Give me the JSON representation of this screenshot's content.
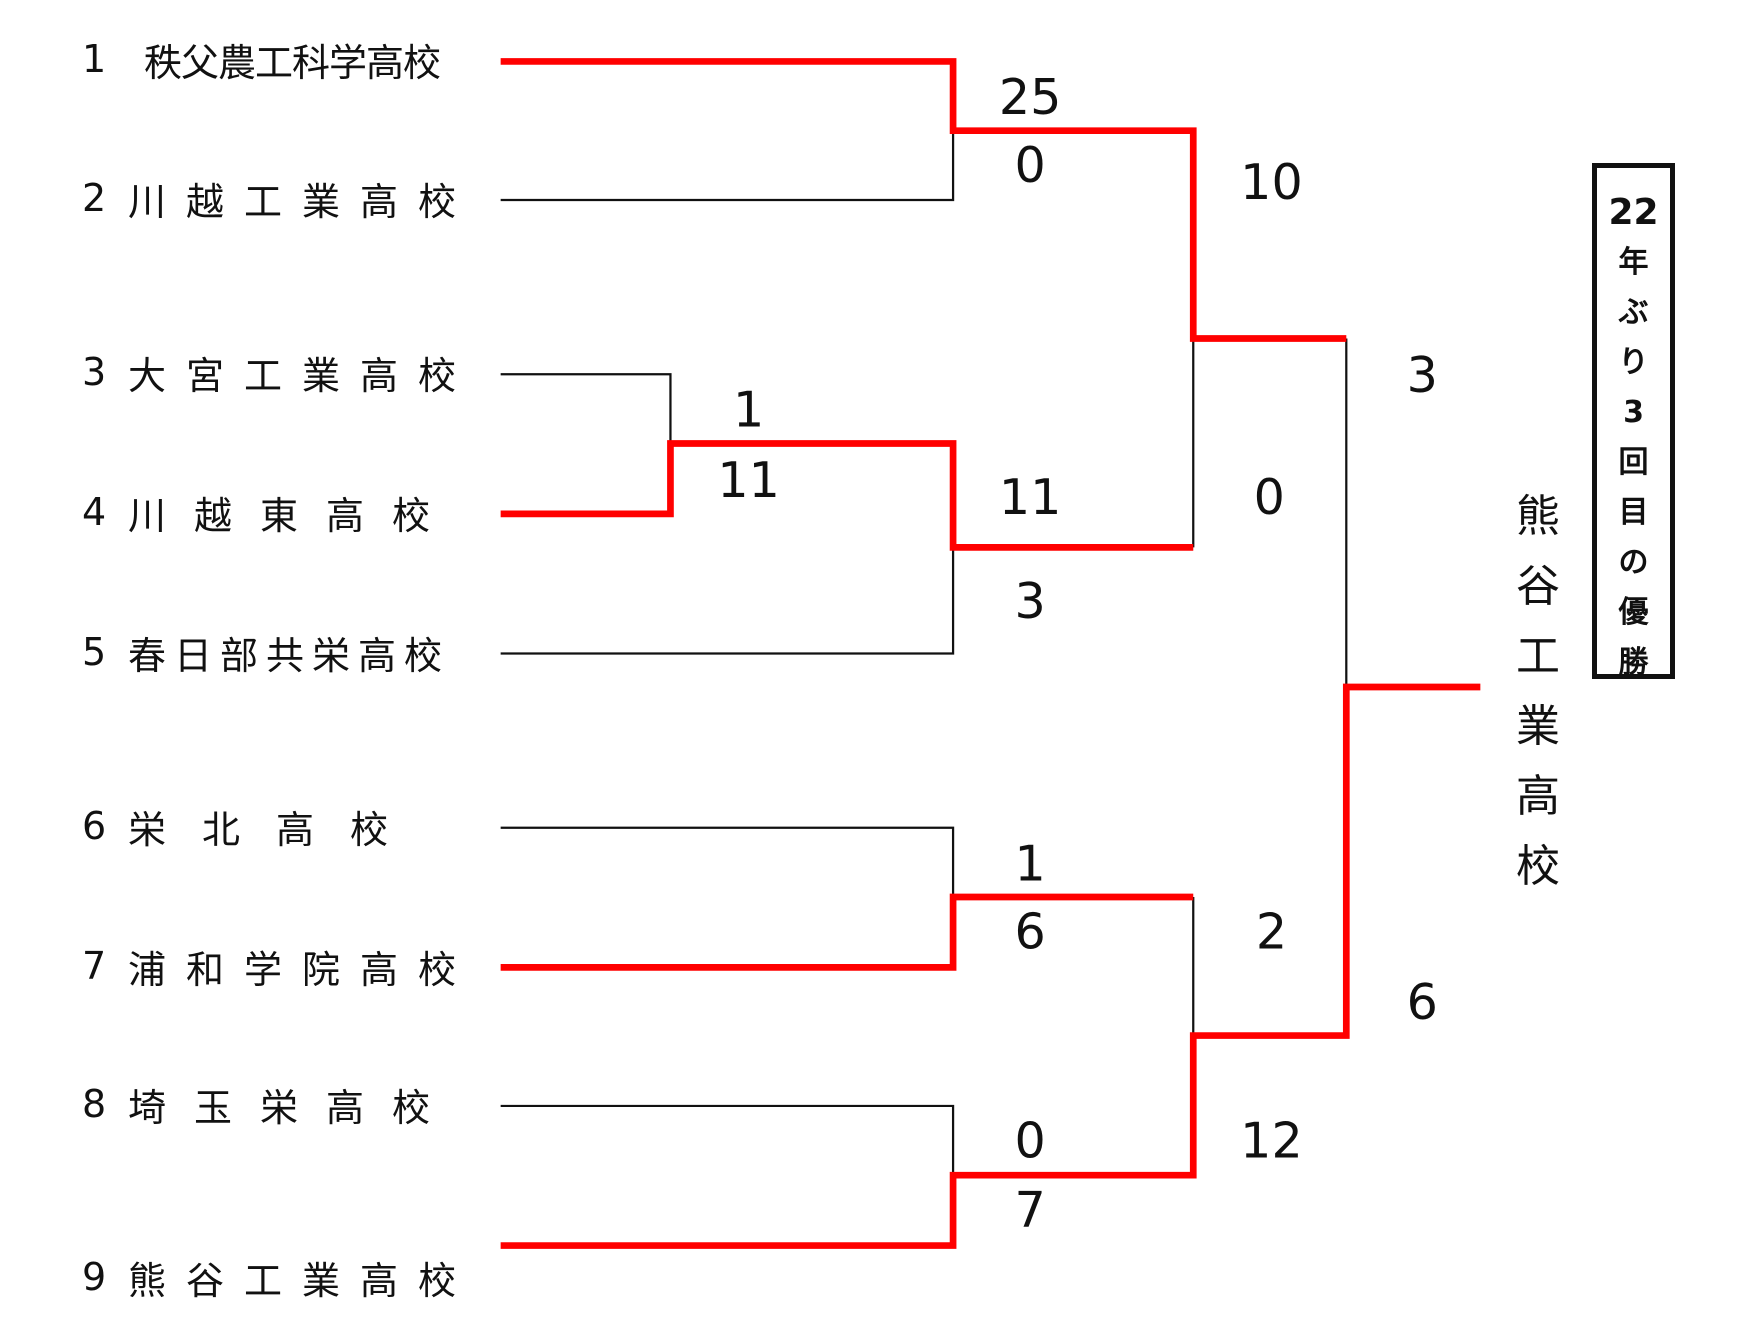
{
  "teams": [
    {
      "num": "1",
      "name": "秩父農工科学高校"
    },
    {
      "num": "2",
      "name": "川越工業高校"
    },
    {
      "num": "3",
      "name": "大宮工業高校"
    },
    {
      "num": "4",
      "name": "川越東高校"
    },
    {
      "num": "5",
      "name": "春日部共栄高校"
    },
    {
      "num": "6",
      "name": "栄北高校"
    },
    {
      "num": "7",
      "name": "浦和学院高校"
    },
    {
      "num": "8",
      "name": "埼玉栄高校"
    },
    {
      "num": "9",
      "name": "熊谷工業高校"
    }
  ],
  "scores": {
    "m34_top": "1",
    "m34_bot": "11",
    "m12_top": "25",
    "m12_bot": "0",
    "m45_top": "11",
    "m45_bot": "3",
    "m67_top": "1",
    "m67_bot": "6",
    "m89_top": "0",
    "m89_bot": "7",
    "sf1_top": "10",
    "sf1_bot": "0",
    "sf2_top": "2",
    "sf2_bot": "12",
    "final_top": "3",
    "final_bot": "6"
  },
  "champion": "熊谷工業高校",
  "banner": {
    "years": "22",
    "rest": [
      "年",
      "ぶ",
      "り",
      "3",
      "回",
      "目",
      "の",
      "優",
      "勝"
    ]
  },
  "colors": {
    "win": "#ff0000",
    "line": "#111111"
  }
}
